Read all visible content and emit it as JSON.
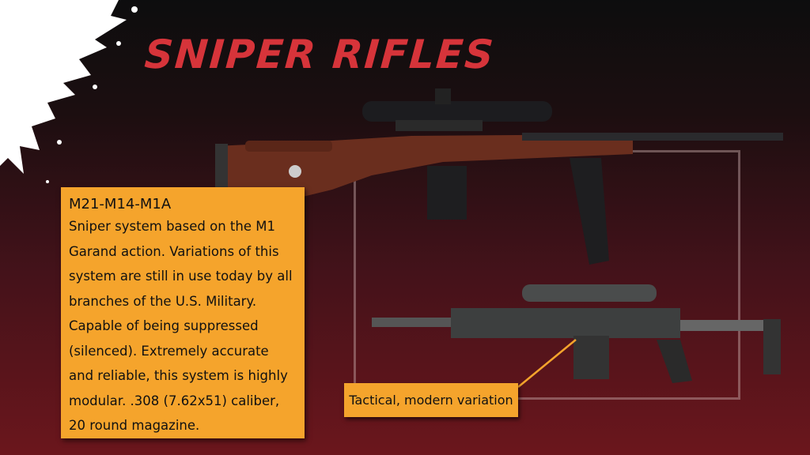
{
  "slide": {
    "title": "Sniper Rifles",
    "info_box": {
      "heading": "M21-M14-M1A",
      "body": "Sniper system based on the M1 Garand action.  Variations of this system are still in use today by all branches of the U.S. Military. Capable of being suppressed (silenced).  Extremely accurate and reliable,  this system is highly modular.  .308 (7.62x51) caliber, 20 round magazine."
    },
    "caption": "Tactical, modern variation",
    "colors": {
      "title": "#d6343a",
      "box": "#f5a42c"
    }
  }
}
